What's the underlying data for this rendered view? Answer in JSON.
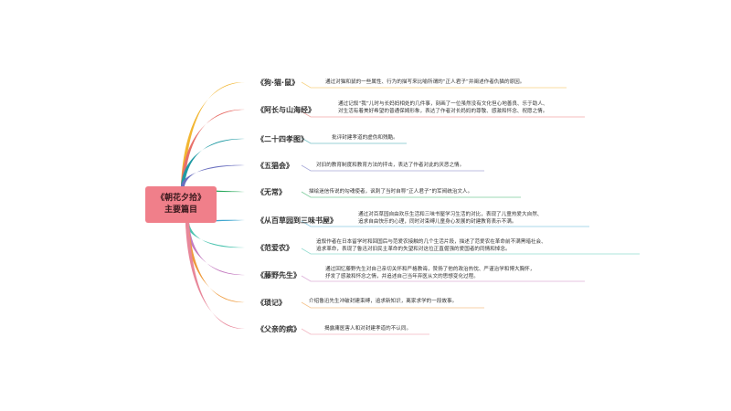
{
  "root": {
    "line1": "《朝花夕拾》",
    "line2": "主要篇目",
    "color": "#f07f8a"
  },
  "branches": [
    {
      "title": "《狗·猫·鼠》",
      "color": "#f2b632",
      "desc": [
        "通过对猫和鼠的一些属性、行为的描写来比喻所谓的“正人君子”并阐述作者仇猫的原因。"
      ]
    },
    {
      "title": "《阿长与山海经》",
      "color": "#e8706a",
      "desc": [
        "通过记叙“我”儿时与长妈妈相处的几件事，刻画了一位虽然没有文化但心地善良、乐于助人、",
        "对生活有着美好希望的普通保姆形象，表达了作者对长妈妈的尊敬、感激和怀念、祝愿之情。"
      ]
    },
    {
      "title": "《二十四孝图》",
      "color": "#1f9aa3",
      "desc": [
        "批评封建孝道的虚伪和残酷。"
      ]
    },
    {
      "title": "《五猖会》",
      "color": "#6a6fbf",
      "desc": [
        "对旧的教育制度和教育方法的抨击，表达了作者对此的厌恶之情。"
      ]
    },
    {
      "title": "《无常》",
      "color": "#27a85a",
      "desc": [
        "描绘迷信传说的勾魂使者，讽刺了当时自称“正人君子”的军阀统治文人。"
      ]
    },
    {
      "title": "《从百草园到三味书屋》",
      "color": "#3fa6cf",
      "desc": [
        "通过对百草园自由欢乐生活和三味书屋学习生活的对比，表现了儿童热爱大自然、",
        "追求自由快乐的心理，同时对束缚儿童身心发展的封建教育表示不满。"
      ]
    },
    {
      "title": "《范爱农》",
      "color": "#4cc4b0",
      "desc": [
        "追叙作者在日本留学时和回国后与范爱农接触的几个生活片段，描述了范爱农在革命前不满黑暗社会、",
        "追求革命，表现了鲁迅对旧民主革命的失望和对这位正直倔强的爱国者的同情和悼念。"
      ]
    },
    {
      "title": "《藤野先生》",
      "color": "#c47bc0",
      "desc": [
        "通过回忆藤野先生对自己亲切关怀和严格教诲，赞扬了他的政治热忱、严谨治学和博大胸怀，",
        "抒发了感激和怀念之情，并追述自己当年弃医从文的思想变化过程。"
      ]
    },
    {
      "title": "《琐记》",
      "color": "#ee9a3c",
      "desc": [
        "介绍鲁迅先生冲破封建束缚，追求新知识，离家求学的一段故事。"
      ]
    },
    {
      "title": "《父亲的病》",
      "color": "#e8879a",
      "desc": [
        "揭露庸医害人和对封建孝道的不认同。"
      ]
    }
  ]
}
